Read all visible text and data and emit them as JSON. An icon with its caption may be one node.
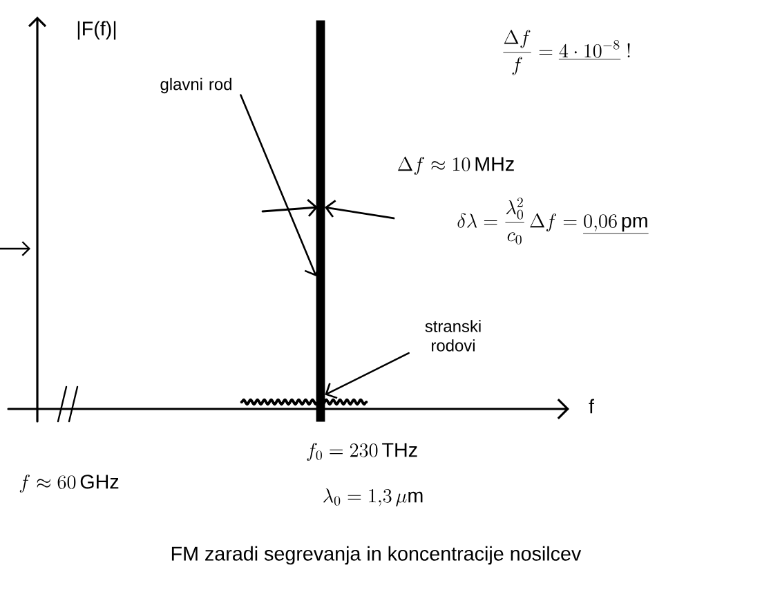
{
  "diagram": {
    "caption": "FM zaradi segrevanja in koncentracije nosilcev",
    "nodes": [
      {
        "text": [
          "glavni rod"
        ]
      },
      {
        "text": [],
        "shape": "line"
      },
      {
        "text": [
          "stranski rodovi"
        ]
      },
      {
        "text": [],
        "shape": "wave"
      }
    ],
    "edges": [
      {
        "from": 0,
        "to": 1,
        "arrow": "to"
      },
      {
        "from": 2,
        "to": 3,
        "arrow": "to"
      }
    ],
    "labels": [
      "|F(f)|",
      "\\frac{\\Delta f}{f} = \\underline{4\\cdot 10^{-8}}\\;!",
      "\\Delta f \\approx 10\\,\\mathrm{MHz}",
      "\\delta\\lambda = \\frac{\\lambda_0^2}{c_0}\\,\\Delta f = \\underline{0{,}06\\,\\mathrm{pm}}",
      "f",
      "f_0 = 230\\,\\mathrm{THz}",
      "f \\approx 60\\,\\mathrm{GHz}",
      "\\lambda_0 = 1{,}3\\,\\mu\\mathrm{m}"
    ]
  }
}
